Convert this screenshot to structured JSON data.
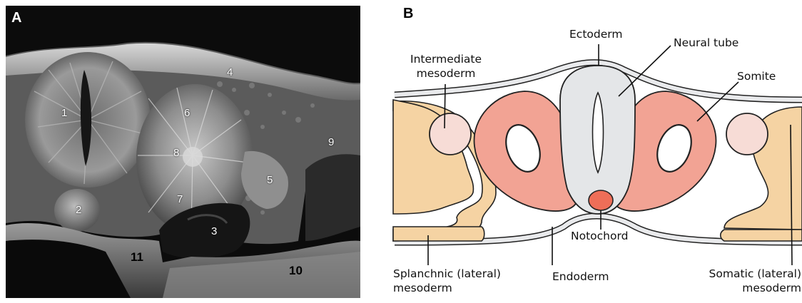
{
  "panel_a": {
    "letter": "A",
    "numbers": [
      "1",
      "2",
      "3",
      "4",
      "5",
      "6",
      "7",
      "8",
      "9",
      "10",
      "11"
    ]
  },
  "panel_b": {
    "letter": "B",
    "labels": {
      "ectoderm": "Ectoderm",
      "neural_tube": "Neural tube",
      "intermediate_mesoderm": "Intermediate\nmesoderm",
      "somite": "Somite",
      "notochord": "Notochord",
      "splanchnic": "Splanchnic (lateral)\nmesoderm",
      "endoderm": "Endoderm",
      "somatic": "Somatic (lateral)\nmesoderm"
    }
  },
  "colors": {
    "somite": "#f2a394",
    "neural_tube": "#e4e6e8",
    "lateral_mesoderm": "#f5d3a3",
    "intermediate_mesoderm": "#f7dcd6",
    "notochord": "#ee6e58",
    "ectoderm": "#e9eaec"
  }
}
